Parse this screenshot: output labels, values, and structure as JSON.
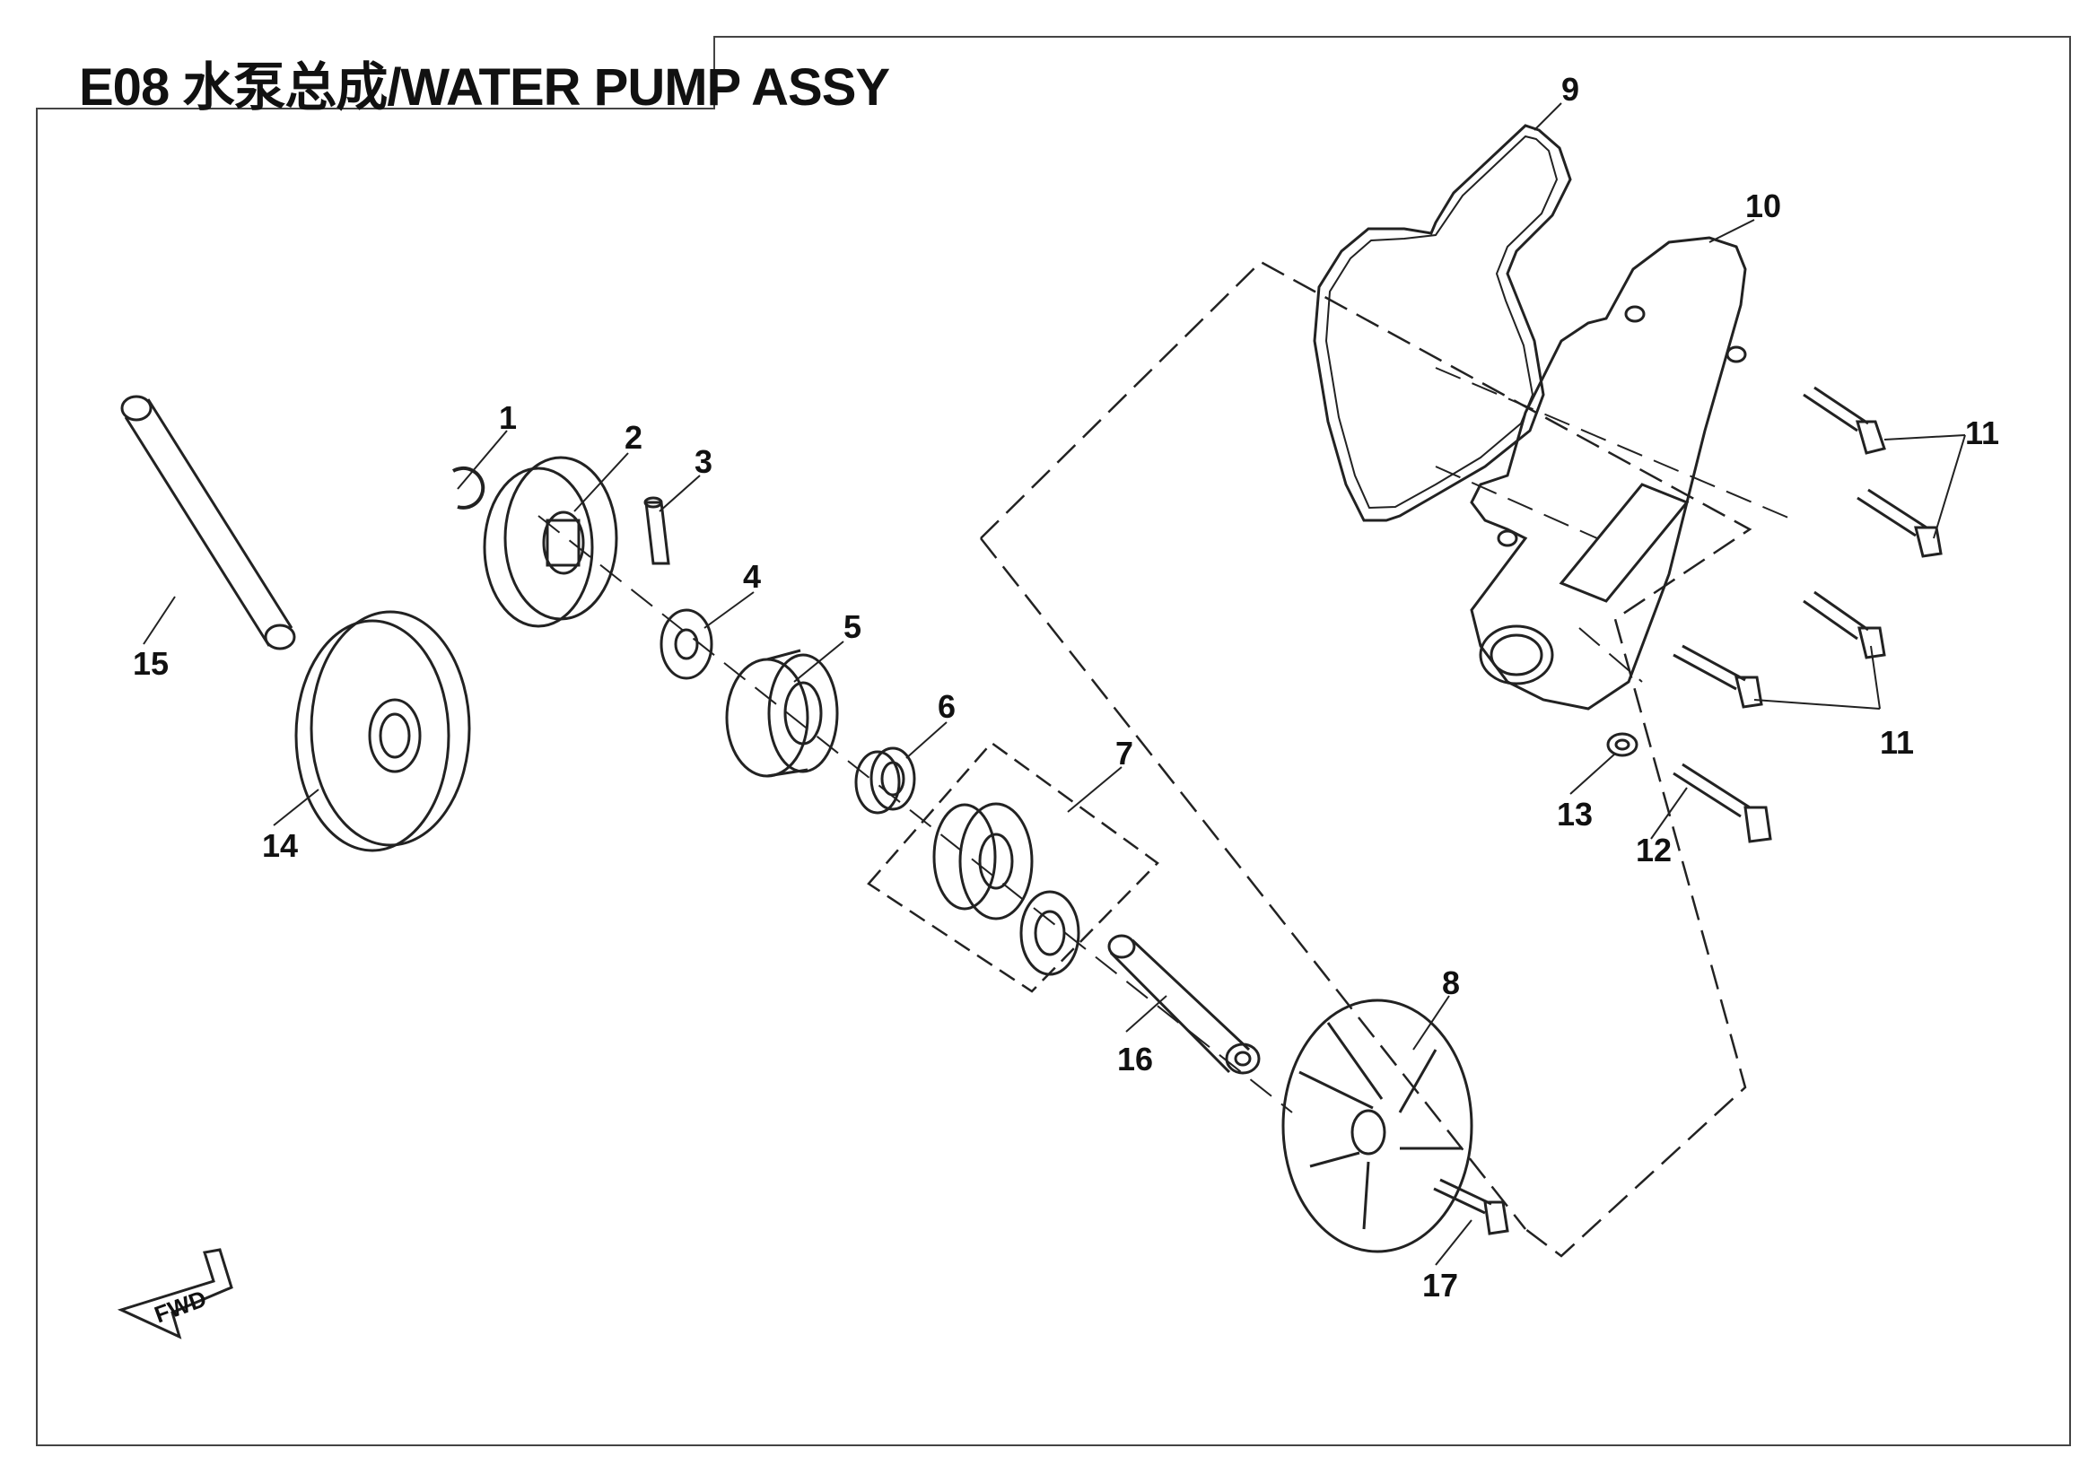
{
  "title": "E08 水泵总成/WATER PUMP ASSY",
  "fwd_label": "FWD",
  "callouts": [
    "1",
    "2",
    "3",
    "4",
    "5",
    "6",
    "7",
    "8",
    "9",
    "10",
    "11",
    "11",
    "12",
    "13",
    "14",
    "15",
    "16",
    "17"
  ]
}
